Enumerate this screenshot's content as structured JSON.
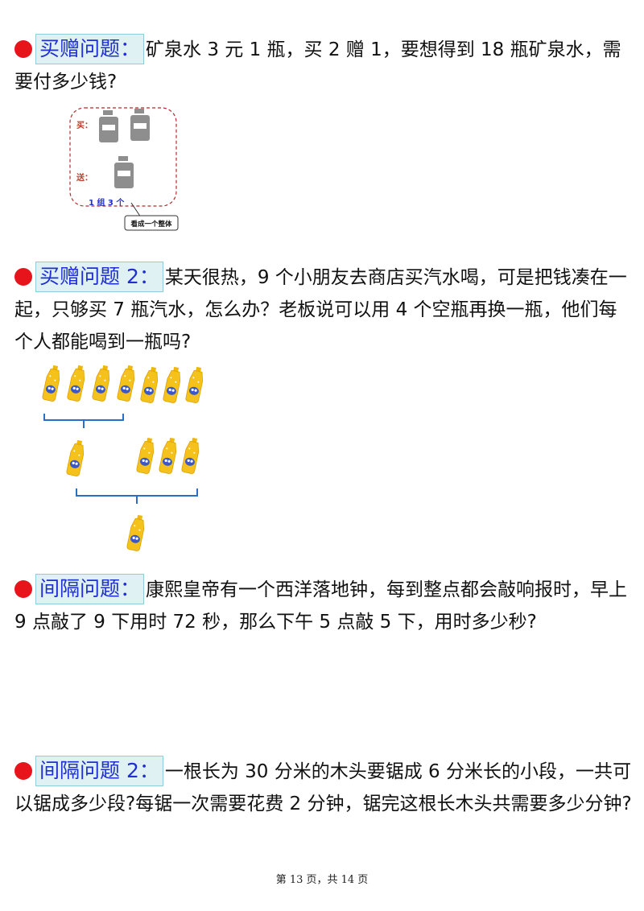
{
  "problems": [
    {
      "tag": "买赠问题：",
      "text": "矿泉水 3 元 1 瓶，买 2 赠 1，要想得到 18 瓶矿泉水，需要付多少钱?"
    },
    {
      "tag": "买赠问题 2：",
      "text": "某天很热，9 个小朋友去商店买汽水喝，可是把钱凑在一起，只够买 7 瓶汽水，怎么办？老板说可以用 4 个空瓶再换一瓶，他们每个人都能喝到一瓶吗?"
    },
    {
      "tag": "间隔问题：",
      "text": "康熙皇帝有一个西洋落地钟，每到整点都会敲响报时，早上 9 点敲了 9 下用时 72 秒，那么下午 5 点敲 5 下，用时多少秒?"
    },
    {
      "tag": "间隔问题 2：",
      "text": "一根长为 30 分米的木头要锯成 6 分米长的小段，一共可以锯成多少段?每锯一次需要花费 2 分钟，锯完这根长木头共需要多少分钟?"
    }
  ],
  "figure1": {
    "buy_label": "买：",
    "gift_label": "送：",
    "group_label": "1 组 3 个",
    "callout": "看成一个整体"
  },
  "footer": "第 13 页，共 14 页"
}
